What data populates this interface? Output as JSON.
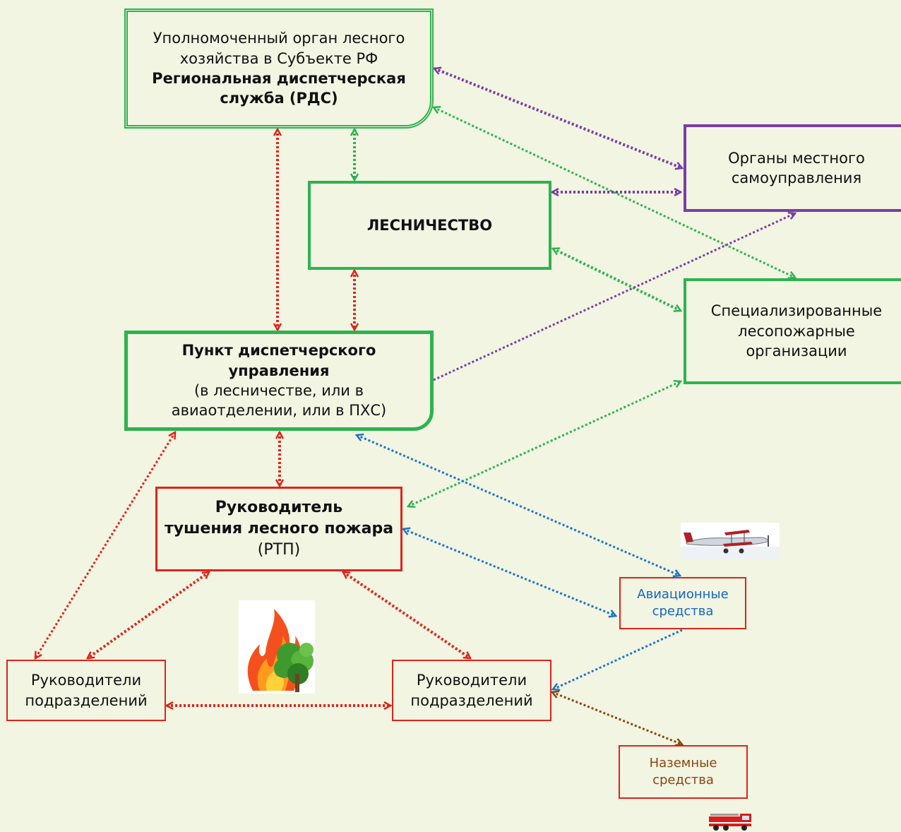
{
  "nodes": {
    "rds": {
      "line1": "Уполномоченный орган лесного",
      "line2": "хозяйства в Субъекте РФ",
      "line3": "Региональная диспетчерская",
      "line4": "служба (РДС)"
    },
    "lesnichestvo": {
      "label": "ЛЕСНИЧЕСТВО"
    },
    "local_gov": {
      "line1": "Органы местного",
      "line2": "самоуправления"
    },
    "special_orgs": {
      "line1": "Специализированные",
      "line2": "лесопожарные",
      "line3": "организации"
    },
    "dispatch": {
      "line1": "Пункт диспетчерского",
      "line2": "управления",
      "line3": "(в лесничестве, или в",
      "line4": "авиаотделении, или в ПХС)"
    },
    "rtp": {
      "line1": "Руководитель",
      "line2": "тушения лесного пожара",
      "line3": "(РТП)"
    },
    "aviation": {
      "line1": "Авиационные",
      "line2": "средства"
    },
    "ground": {
      "line1": "Наземные",
      "line2": "средства"
    },
    "unit_left": {
      "line1": "Руководители",
      "line2": "подразделений"
    },
    "unit_right": {
      "line1": "Руководители",
      "line2": "подразделений"
    }
  },
  "colors": {
    "background": "#f1f5e2",
    "green": "#2eb24f",
    "purple": "#7a3da4",
    "red": "#e0241a",
    "blue": "#1e73c8",
    "brown": "#8b4513"
  },
  "icons": [
    "airplane-icon",
    "fire-tree-icon",
    "fire-truck-icon"
  ]
}
